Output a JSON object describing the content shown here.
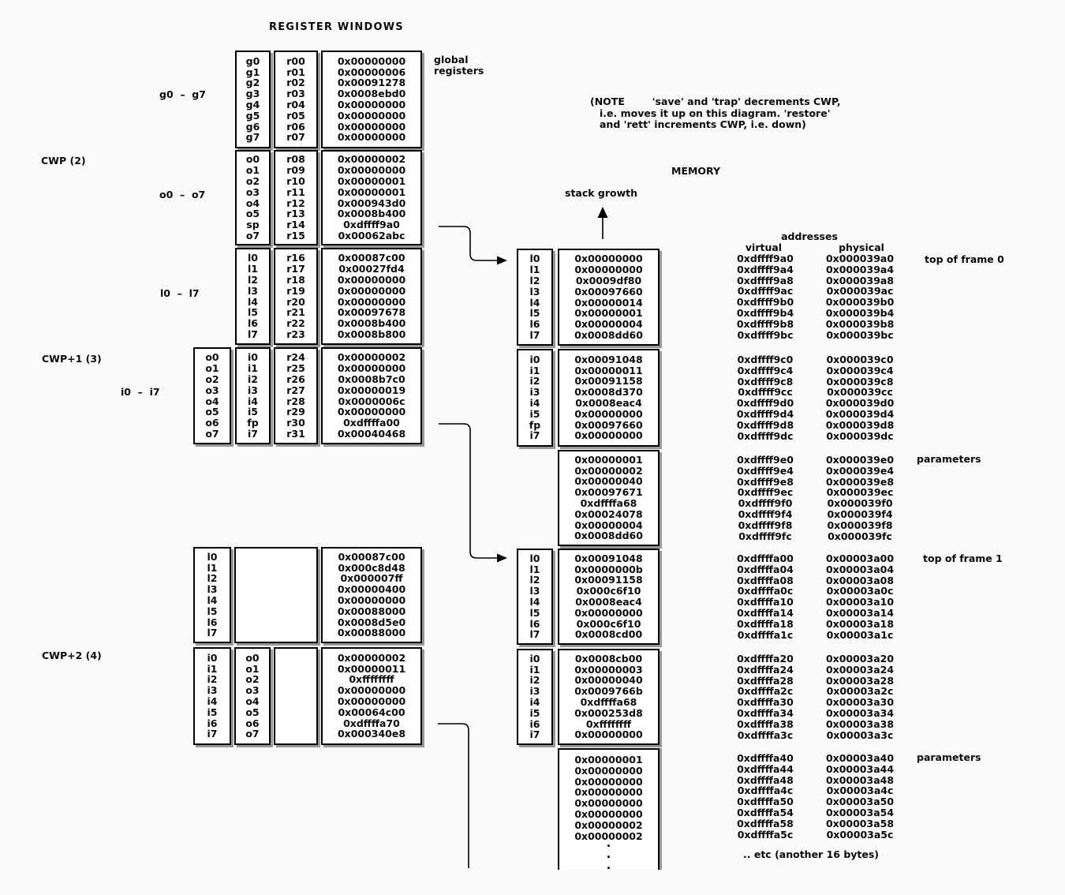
{
  "title": "REGISTER WINDOWS",
  "note": {
    "lines": [
      "(NOTE        'save' and 'trap' decrements CWP,",
      "i.e. moves it up on this diagram. 'restore'",
      "and 'rett' increments CWP, i.e. down)"
    ]
  },
  "labels": {
    "global_registers": [
      "global",
      "registers"
    ],
    "memory": "MEMORY",
    "stack_growth": "stack growth",
    "g0_g7": "g0  –  g7",
    "cwp": "CWP (2)",
    "o0_o7": "o0  –  o7",
    "l0_l7": "l0  –  l7",
    "cwp1": "CWP+1 (3)",
    "i0_i7": "i0  –  i7",
    "cwp2": "CWP+2 (4)",
    "addresses": "addresses",
    "virtual": "virtual",
    "physical": "physical",
    "top_of_frame_0": "top of frame 0",
    "parameters_frame0": "parameters",
    "top_of_frame_1": "top of frame 1",
    "parameters_frame1": "parameters",
    "etc": ".. etc (another 16 bytes)"
  },
  "register_windows": {
    "globals": {
      "names": [
        "g0",
        "g1",
        "g2",
        "g3",
        "g4",
        "g5",
        "g6",
        "g7"
      ],
      "regs": [
        "r00",
        "r01",
        "r02",
        "r03",
        "r04",
        "r05",
        "r06",
        "r07"
      ],
      "values": [
        "0x00000000",
        "0x00000006",
        "0x00091278",
        "0x0008ebd0",
        "0x00000000",
        "0x00000000",
        "0x00000000",
        "0x00000000"
      ]
    },
    "outs": {
      "names": [
        "o0",
        "o1",
        "o2",
        "o3",
        "o4",
        "o5",
        "sp",
        "o7"
      ],
      "regs": [
        "r08",
        "r09",
        "r10",
        "r11",
        "r12",
        "r13",
        "r14",
        "r15"
      ],
      "values": [
        "0x00000002",
        "0x00000000",
        "0x00000001",
        "0x00000001",
        "0x000943d0",
        "0x0008b400",
        "0xdffff9a0",
        "0x00062abc"
      ]
    },
    "locals": {
      "names": [
        "l0",
        "l1",
        "l2",
        "l3",
        "l4",
        "l5",
        "l6",
        "l7"
      ],
      "regs": [
        "r16",
        "r17",
        "r18",
        "r19",
        "r20",
        "r21",
        "r22",
        "r23"
      ],
      "values": [
        "0x00087c00",
        "0x00027fd4",
        "0x00000000",
        "0x00000000",
        "0x00000000",
        "0x00097678",
        "0x0008b400",
        "0x0008b800"
      ]
    },
    "cwp1_ins": {
      "outer_names": [
        "o0",
        "o1",
        "o2",
        "o3",
        "o4",
        "o5",
        "o6",
        "o7"
      ],
      "names": [
        "i0",
        "i1",
        "i2",
        "i3",
        "i4",
        "i5",
        "fp",
        "i7"
      ],
      "regs": [
        "r24",
        "r25",
        "r26",
        "r27",
        "r28",
        "r29",
        "r30",
        "r31"
      ],
      "values": [
        "0x00000002",
        "0x00000000",
        "0x0008b7c0",
        "0x00000019",
        "0x0000006c",
        "0x00000000",
        "0xdffffa00",
        "0x00040468"
      ]
    },
    "cwp2_locals": {
      "names": [
        "l0",
        "l1",
        "l2",
        "l3",
        "l4",
        "l5",
        "l6",
        "l7"
      ],
      "values": [
        "0x00087c00",
        "0x000c8d48",
        "0x000007ff",
        "0x00000400",
        "0x00000000",
        "0x00088000",
        "0x0008d5e0",
        "0x00088000"
      ]
    },
    "cwp2_ins": {
      "names": [
        "i0",
        "i1",
        "i2",
        "i3",
        "i4",
        "i5",
        "i6",
        "i7"
      ],
      "alt_names": [
        "o0",
        "o1",
        "o2",
        "o3",
        "o4",
        "o5",
        "o6",
        "o7"
      ],
      "values": [
        "0x00000002",
        "0x00000011",
        "0xffffffff",
        "0x00000000",
        "0x00000000",
        "0x00064c00",
        "0xdffffa70",
        "0x000340e8"
      ]
    }
  },
  "memory": {
    "frame0_locals": {
      "labels": [
        "l0",
        "l1",
        "l2",
        "l3",
        "l4",
        "l5",
        "l6",
        "l7"
      ],
      "values": [
        "0x00000000",
        "0x00000000",
        "0x0009df80",
        "0x00097660",
        "0x00000014",
        "0x00000001",
        "0x00000004",
        "0x0008dd60"
      ]
    },
    "frame0_ins": {
      "labels": [
        "i0",
        "i1",
        "i2",
        "i3",
        "i4",
        "i5",
        "fp",
        "i7"
      ],
      "values": [
        "0x00091048",
        "0x00000011",
        "0x00091158",
        "0x0008d370",
        "0x0008eac4",
        "0x00000000",
        "0x00097660",
        "0x00000000"
      ]
    },
    "frame0_params": {
      "values": [
        "0x00000001",
        "0x00000002",
        "0x00000040",
        "0x00097671",
        "0xdffffa68",
        "0x00024078",
        "0x00000004",
        "0x0008dd60"
      ]
    },
    "frame1_locals": {
      "labels": [
        "l0",
        "l1",
        "l2",
        "l3",
        "l4",
        "l5",
        "l6",
        "l7"
      ],
      "values": [
        "0x00091048",
        "0x0000000b",
        "0x00091158",
        "0x000c6f10",
        "0x0008eac4",
        "0x00000000",
        "0x000c6f10",
        "0x0008cd00"
      ]
    },
    "frame1_ins": {
      "labels": [
        "i0",
        "i1",
        "i2",
        "i3",
        "i4",
        "i5",
        "i6",
        "i7"
      ],
      "values": [
        "0x0008cb00",
        "0x00000003",
        "0x00000040",
        "0x0009766b",
        "0xdffffa68",
        "0x000253d8",
        "0xffffffff",
        "0x00000000"
      ]
    },
    "frame1_params": {
      "values": [
        "0x00000001",
        "0x00000000",
        "0x00000000",
        "0x00000000",
        "0x00000000",
        "0x00000000",
        "0x00000002",
        "0x00000002"
      ],
      "continuation_dots": [
        ".",
        ".",
        "."
      ]
    }
  },
  "addresses": {
    "frame0_locals": {
      "virtual": [
        "0xdffff9a0",
        "0xdffff9a4",
        "0xdffff9a8",
        "0xdffff9ac",
        "0xdffff9b0",
        "0xdffff9b4",
        "0xdffff9b8",
        "0xdffff9bc"
      ],
      "physical": [
        "0x000039a0",
        "0x000039a4",
        "0x000039a8",
        "0x000039ac",
        "0x000039b0",
        "0x000039b4",
        "0x000039b8",
        "0x000039bc"
      ]
    },
    "frame0_ins": {
      "virtual": [
        "0xdffff9c0",
        "0xdffff9c4",
        "0xdffff9c8",
        "0xdffff9cc",
        "0xdffff9d0",
        "0xdffff9d4",
        "0xdffff9d8",
        "0xdffff9dc"
      ],
      "physical": [
        "0x000039c0",
        "0x000039c4",
        "0x000039c8",
        "0x000039cc",
        "0x000039d0",
        "0x000039d4",
        "0x000039d8",
        "0x000039dc"
      ]
    },
    "frame0_params": {
      "virtual": [
        "0xdffff9e0",
        "0xdffff9e4",
        "0xdffff9e8",
        "0xdffff9ec",
        "0xdffff9f0",
        "0xdffff9f4",
        "0xdffff9f8",
        "0xdffff9fc"
      ],
      "physical": [
        "0x000039e0",
        "0x000039e4",
        "0x000039e8",
        "0x000039ec",
        "0x000039f0",
        "0x000039f4",
        "0x000039f8",
        "0x000039fc"
      ]
    },
    "frame1_locals": {
      "virtual": [
        "0xdffffa00",
        "0xdffffa04",
        "0xdffffa08",
        "0xdffffa0c",
        "0xdffffa10",
        "0xdffffa14",
        "0xdffffa18",
        "0xdffffa1c"
      ],
      "physical": [
        "0x00003a00",
        "0x00003a04",
        "0x00003a08",
        "0x00003a0c",
        "0x00003a10",
        "0x00003a14",
        "0x00003a18",
        "0x00003a1c"
      ]
    },
    "frame1_ins": {
      "virtual": [
        "0xdffffa20",
        "0xdffffa24",
        "0xdffffa28",
        "0xdffffa2c",
        "0xdffffa30",
        "0xdffffa34",
        "0xdffffa38",
        "0xdffffa3c"
      ],
      "physical": [
        "0x00003a20",
        "0x00003a24",
        "0x00003a28",
        "0x00003a2c",
        "0x00003a30",
        "0x00003a34",
        "0x00003a38",
        "0x00003a3c"
      ]
    },
    "frame1_params": {
      "virtual": [
        "0xdffffa40",
        "0xdffffa44",
        "0xdffffa48",
        "0xdffffa4c",
        "0xdffffa50",
        "0xdffffa54",
        "0xdffffa58",
        "0xdffffa5c"
      ],
      "physical": [
        "0x00003a40",
        "0x00003a44",
        "0x00003a48",
        "0x00003a4c",
        "0x00003a50",
        "0x00003a54",
        "0x00003a58",
        "0x00003a5c"
      ]
    }
  },
  "connector_color": "#000000"
}
